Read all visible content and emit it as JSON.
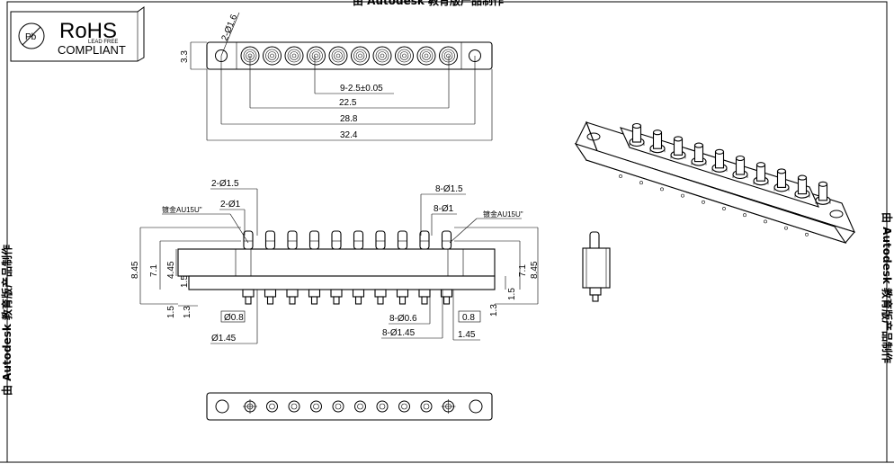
{
  "watermark": {
    "top": "由 Autodesk 教育版产品制作",
    "left": "由 Autodesk 教育版产品制作",
    "right": "由 Autodesk 教育版产品制作"
  },
  "rohs": {
    "title": "RoHS",
    "subtitle": "COMPLIANT",
    "small": "LEAD FREE",
    "logo_letter": "Pb"
  },
  "top_view": {
    "hole_note": "2-Ø1.6",
    "height": "3.3",
    "pitch": "9-2.5±0.05",
    "dim_a": "22.5",
    "dim_b": "28.8",
    "dim_c": "32.4",
    "pin_count": 10
  },
  "front_view": {
    "left": {
      "d15": "2-Ø1.5",
      "d1": "2-Ø1",
      "plating": "镀金AU15U\"",
      "h845": "8.45",
      "h71": "7.1",
      "h445": "4.45",
      "h15a": "1.5",
      "h15b": "1.5",
      "h13": "1.3",
      "d08": "Ø0.8",
      "d145": "Ø1.45"
    },
    "right": {
      "d15": "8-Ø1.5",
      "d1": "8-Ø1",
      "plating": "镀金AU15U\"",
      "h845": "8.45",
      "h71": "7.1",
      "h15": "1.5",
      "h13": "1.3",
      "d06": "8-Ø0.6",
      "d145": "8-Ø1.45",
      "v08": "0.8",
      "v145": "1.45"
    },
    "pin_count": 10
  },
  "bottom_view": {
    "pin_count": 10
  }
}
